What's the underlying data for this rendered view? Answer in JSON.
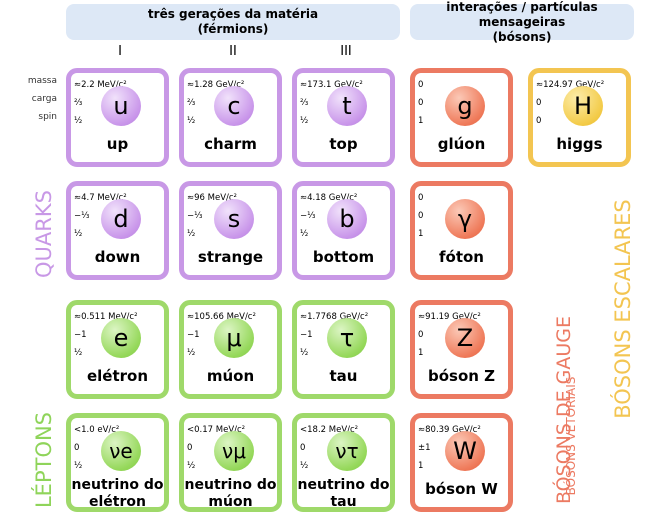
{
  "header": {
    "fermions_line1": "três gerações da matéria",
    "fermions_line2": "(férmions)",
    "bosons_line1": "interações / partículas mensageiras",
    "bosons_line2": "(bósons)"
  },
  "generations": [
    "I",
    "II",
    "III"
  ],
  "row_labels": {
    "mass": "massa",
    "charge": "carga",
    "spin": "spin"
  },
  "groups": {
    "quarks": "QUARKS",
    "leptons": "LÉPTONS",
    "gauge": "BÓSONS DE GAUGE",
    "vector": "BÓSONS VETORIAIS",
    "scalar": "BÓSONS ESCALARES"
  },
  "colors": {
    "quark": "#c898e6",
    "lepton": "#9fd96a",
    "gauge": "#ec7a62",
    "higgs": "#f3c551",
    "header": "#dde8f6"
  },
  "particles": {
    "up": {
      "mass": "≈2.2 MeV/c²",
      "charge": "⅔",
      "spin": "½",
      "symbol": "u",
      "name": "up"
    },
    "charm": {
      "mass": "≈1.28 GeV/c²",
      "charge": "⅔",
      "spin": "½",
      "symbol": "c",
      "name": "charm"
    },
    "top": {
      "mass": "≈173.1 GeV/c²",
      "charge": "⅔",
      "spin": "½",
      "symbol": "t",
      "name": "top"
    },
    "gluon": {
      "mass": "0",
      "charge": "0",
      "spin": "1",
      "symbol": "g",
      "name": "glúon"
    },
    "higgs": {
      "mass": "≈124.97 GeV/c²",
      "charge": "0",
      "spin": "0",
      "symbol": "H",
      "name": "higgs"
    },
    "down": {
      "mass": "≈4.7 MeV/c²",
      "charge": "−⅓",
      "spin": "½",
      "symbol": "d",
      "name": "down"
    },
    "strange": {
      "mass": "≈96 MeV/c²",
      "charge": "−⅓",
      "spin": "½",
      "symbol": "s",
      "name": "strange"
    },
    "bottom": {
      "mass": "≈4.18 GeV/c²",
      "charge": "−⅓",
      "spin": "½",
      "symbol": "b",
      "name": "bottom"
    },
    "photon": {
      "mass": "0",
      "charge": "0",
      "spin": "1",
      "symbol": "γ",
      "name": "fóton"
    },
    "electron": {
      "mass": "≈0.511 MeV/c²",
      "charge": "−1",
      "spin": "½",
      "symbol": "e",
      "name": "elétron"
    },
    "muon": {
      "mass": "≈105.66 MeV/c²",
      "charge": "−1",
      "spin": "½",
      "symbol": "μ",
      "name": "múon"
    },
    "tau": {
      "mass": "≈1.7768 GeV/c²",
      "charge": "−1",
      "spin": "½",
      "symbol": "τ",
      "name": "tau"
    },
    "zboson": {
      "mass": "≈91.19 GeV/c²",
      "charge": "0",
      "spin": "1",
      "symbol": "Z",
      "name": "bóson Z"
    },
    "nue": {
      "mass": "<1.0 eV/c²",
      "charge": "0",
      "spin": "½",
      "symbol": "νe",
      "name_line1": "neutrino do",
      "name_line2": "elétron"
    },
    "numu": {
      "mass": "<0.17 MeV/c²",
      "charge": "0",
      "spin": "½",
      "symbol": "νμ",
      "name_line1": "neutrino do",
      "name_line2": "múon"
    },
    "nutau": {
      "mass": "<18.2 MeV/c²",
      "charge": "0",
      "spin": "½",
      "symbol": "ντ",
      "name_line1": "neutrino do",
      "name_line2": "tau"
    },
    "wboson": {
      "mass": "≈80.39 GeV/c²",
      "charge": "±1",
      "spin": "1",
      "symbol": "W",
      "name": "bóson W"
    }
  }
}
